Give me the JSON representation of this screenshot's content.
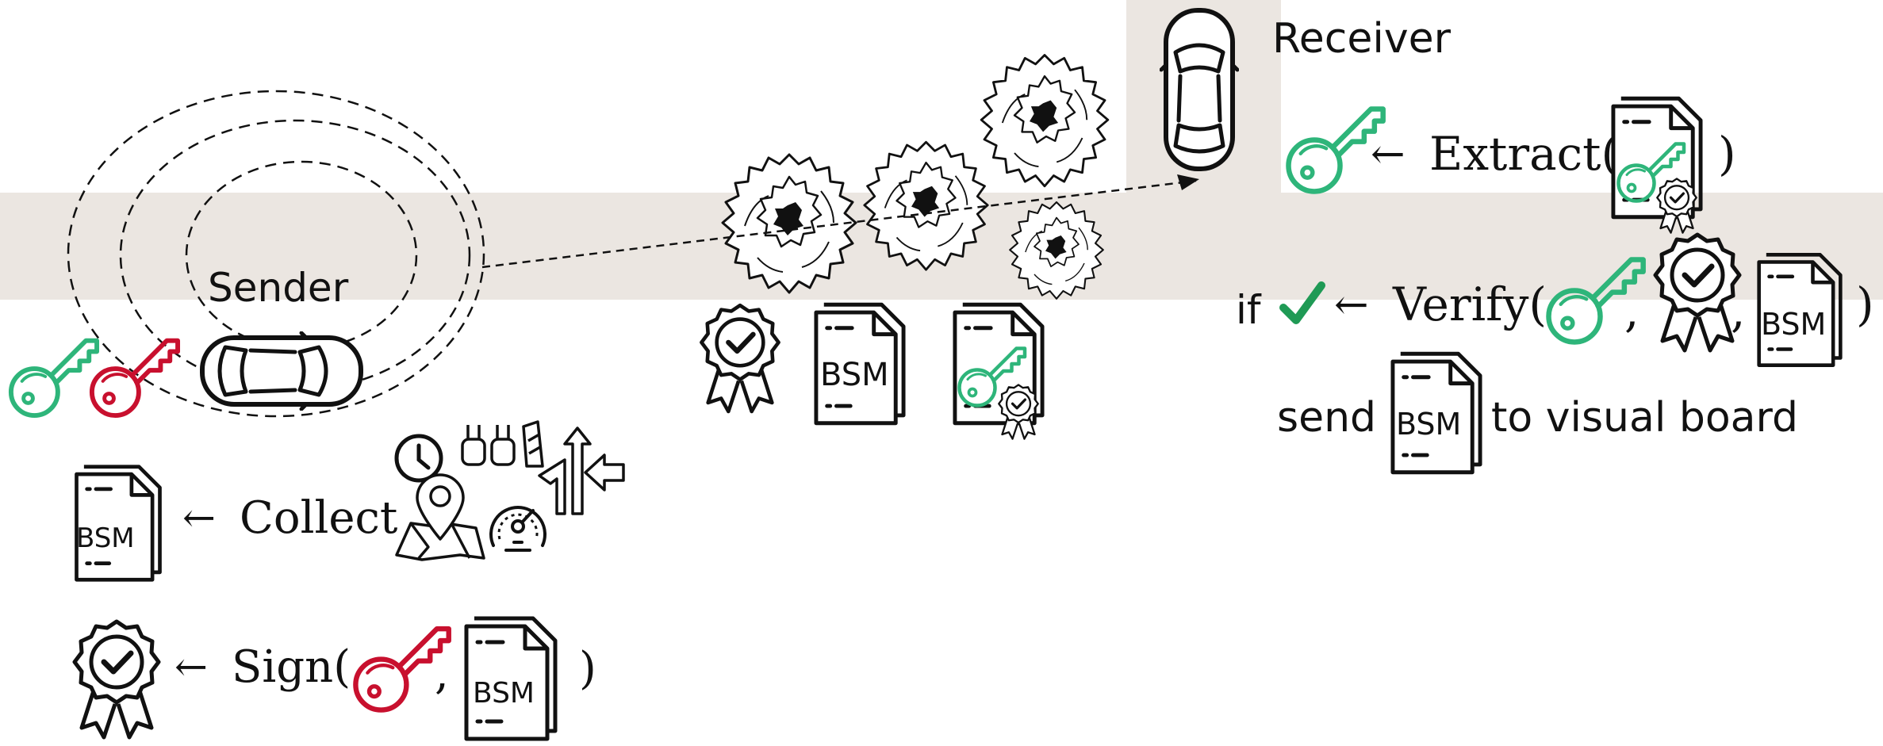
{
  "roles": {
    "sender": "Sender",
    "receiver": "Receiver"
  },
  "document_label": "BSM",
  "formulas": {
    "arrow": "←",
    "collect": "Collect",
    "sign": "Sign(",
    "extract": "Extract(",
    "verify": "Verify(",
    "comma": ",",
    "close_paren": ")",
    "if": "if",
    "send": "send",
    "to_visual_board": "to visual board"
  },
  "colors": {
    "band": "#ebe6e1",
    "public_key": "#2eb57a",
    "private_key": "#c8102e",
    "check": "#1f9a55",
    "ink": "#111111"
  },
  "icons": [
    "public-key-icon",
    "private-key-icon",
    "car-icon",
    "document-icon",
    "certificate-badge-icon",
    "clock-icon",
    "pedals-icon",
    "route-arrows-icon",
    "map-pin-icon",
    "speedometer-icon",
    "trees-icon",
    "checkmark-icon"
  ]
}
